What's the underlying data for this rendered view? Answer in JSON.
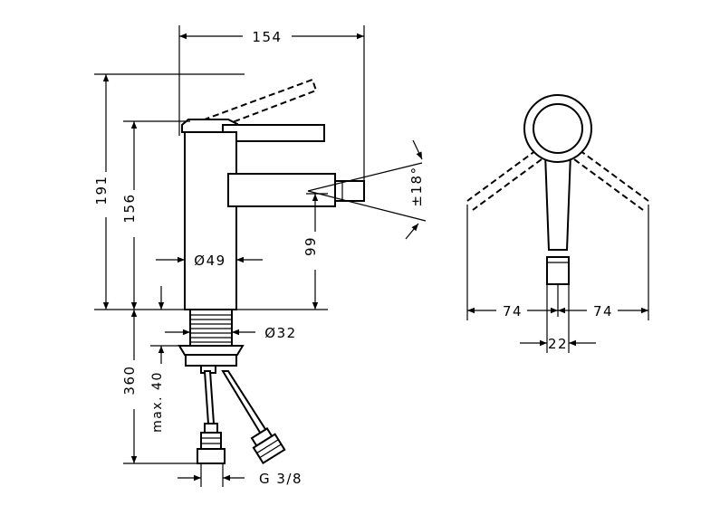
{
  "dimensions": {
    "width_154": "154",
    "height_191": "191",
    "height_156": "156",
    "diameter_49": "Ø49",
    "height_99": "99",
    "angle_18": "±18°",
    "diameter_32": "Ø32",
    "depth_360": "360",
    "max_40": "max. 40",
    "thread": "G 3/8",
    "side_74_left": "74",
    "side_74_right": "74",
    "width_22": "22"
  }
}
